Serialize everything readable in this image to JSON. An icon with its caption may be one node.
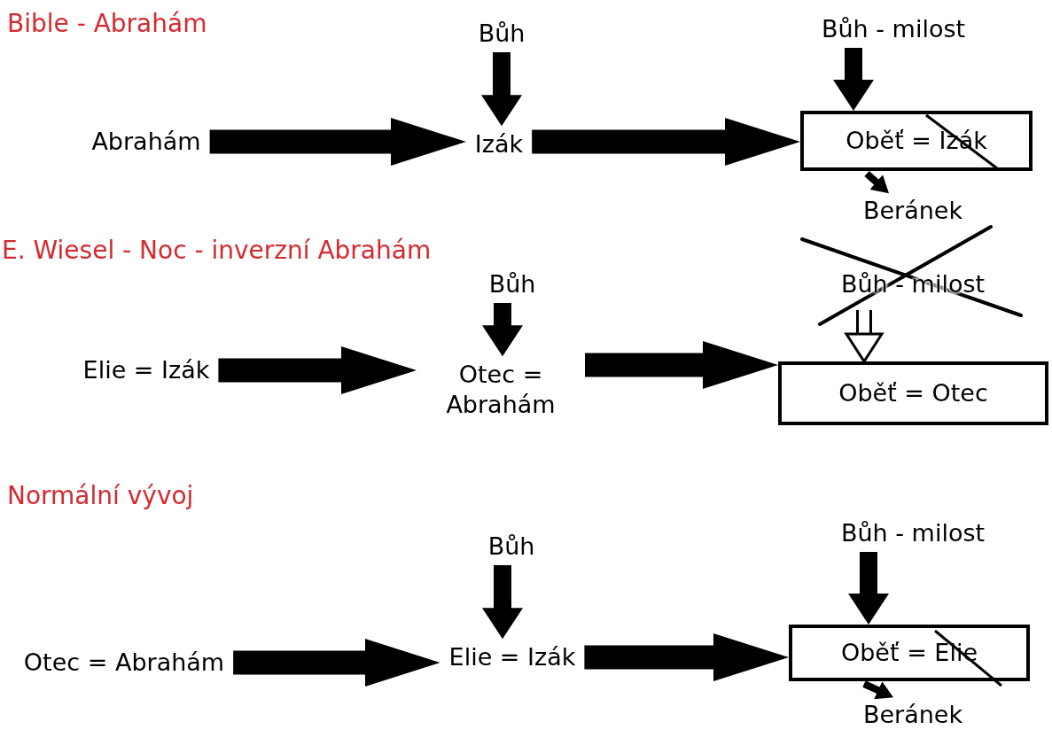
{
  "diagram": {
    "nodes": [
      {
        "text": [
          "Bůh"
        ]
      },
      {
        "text": [
          "Bůh - milost"
        ]
      },
      {
        "text": [
          "Abrahám"
        ]
      },
      {
        "text": [
          "Izák"
        ]
      },
      {
        "text": [
          "Oběť = Izák"
        ]
      },
      {
        "text": [
          "Beránek"
        ]
      },
      {
        "text": [
          "Bůh"
        ]
      },
      {
        "text": [
          "Bůh - milost"
        ]
      },
      {
        "text": [
          "Elie = Izák"
        ]
      },
      {
        "text": [
          "Otec = Abrahám"
        ]
      },
      {
        "text": [
          "Oběť = Otec"
        ]
      },
      {
        "text": [
          "Bůh"
        ]
      },
      {
        "text": [
          "Bůh - milost"
        ]
      },
      {
        "text": [
          "Otec = Abrahám"
        ]
      },
      {
        "text": [
          "Elie = Izák"
        ]
      },
      {
        "text": [
          "Oběť = Elie"
        ]
      },
      {
        "text": [
          "Beránek"
        ]
      }
    ],
    "edges": [
      {
        "from": 2,
        "to": 3,
        "arrow": "to"
      },
      {
        "from": 3,
        "to": 4,
        "arrow": "to"
      },
      {
        "from": 0,
        "to": 3,
        "arrow": "to"
      },
      {
        "from": 1,
        "to": 4,
        "arrow": "to"
      },
      {
        "from": 4,
        "to": 5,
        "arrow": "to"
      },
      {
        "from": 8,
        "to": 9,
        "arrow": "to"
      },
      {
        "from": 9,
        "to": 10,
        "arrow": "to"
      },
      {
        "from": 6,
        "to": 9,
        "arrow": "to"
      },
      {
        "from": 7,
        "to": 10,
        "arrow": "to"
      },
      {
        "from": 13,
        "to": 14,
        "arrow": "to"
      },
      {
        "from": 14,
        "to": 15,
        "arrow": "to"
      },
      {
        "from": 11,
        "to": 14,
        "arrow": "to"
      },
      {
        "from": 12,
        "to": 15,
        "arrow": "to"
      },
      {
        "from": 15,
        "to": 16,
        "arrow": "to"
      }
    ],
    "labels": [
      "Bible - Abrahám",
      "E. Wiesel - Noc - inverzní Abrahám",
      "Normální vývoj"
    ]
  }
}
